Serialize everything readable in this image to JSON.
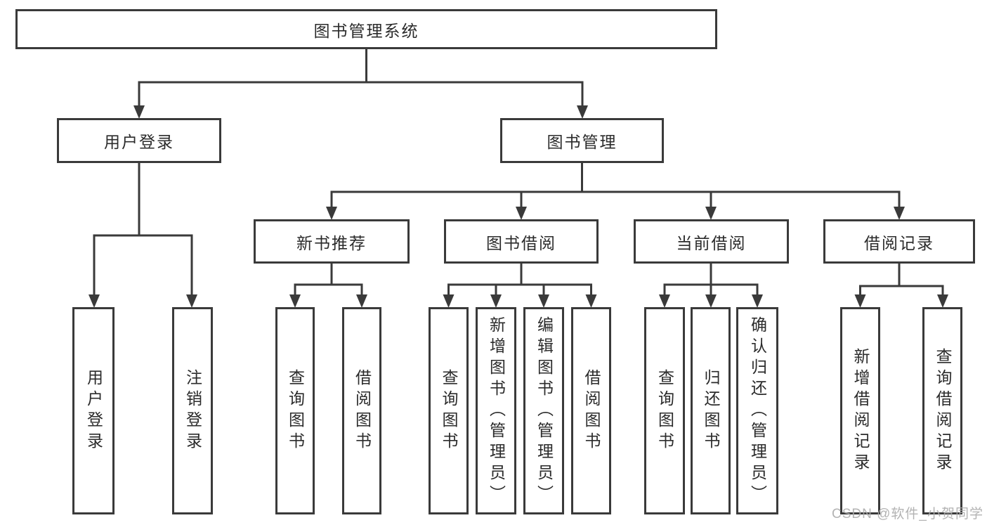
{
  "tree": {
    "root": "图书管理系统",
    "children": [
      {
        "label": "用户登录",
        "children": [
          "用户登录",
          "注销登录"
        ]
      },
      {
        "label": "图书管理",
        "children": [
          {
            "label": "新书推荐",
            "children": [
              "查询图书",
              "借阅图书"
            ]
          },
          {
            "label": "图书借阅",
            "children": [
              "查询图书",
              "新增图书（管理员）",
              "编辑图书（管理员）",
              "借阅图书"
            ]
          },
          {
            "label": "当前借阅",
            "children": [
              "查询图书",
              "归还图书",
              "确认归还（管理员）"
            ]
          },
          {
            "label": "借阅记录",
            "children": [
              "新增借阅记录",
              "查询借阅记录"
            ]
          }
        ]
      }
    ]
  },
  "watermark": {
    "text": "CSDN @软件_小贺同学"
  },
  "colors": {
    "line": "#3a3a3a",
    "text": "#2b2b2b",
    "watermark": "#ababab",
    "background": "#ffffff"
  }
}
